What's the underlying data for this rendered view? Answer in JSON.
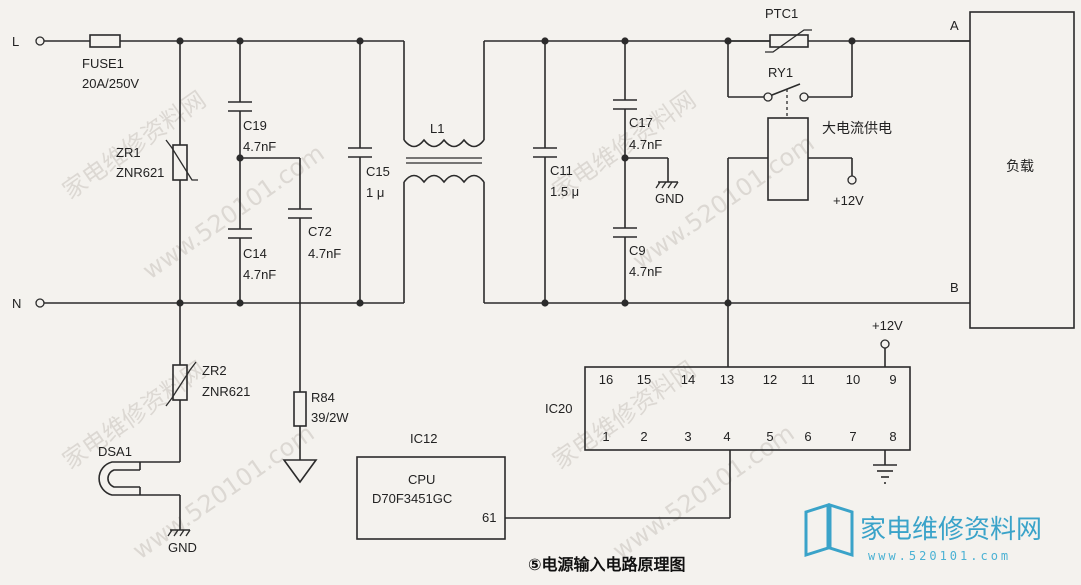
{
  "labels": {
    "node_L": "L",
    "node_N": "N",
    "fuse_name": "FUSE1",
    "fuse_rating": "20A/250V",
    "zr1_name": "ZR1",
    "zr1_part": "ZNR621",
    "zr2_name": "ZR2",
    "zr2_part": "ZNR621",
    "dsa1": "DSA1",
    "gnd_left": "GND",
    "c19_name": "C19",
    "c19_val": "4.7nF",
    "c14_name": "C14",
    "c14_val": "4.7nF",
    "c72_name": "C72",
    "c72_val": "4.7nF",
    "r84_name": "R84",
    "r84_val": "39/2W",
    "c15_name": "C15",
    "c15_val": "1 μ",
    "l1": "L1",
    "c11_name": "C11",
    "c11_val": "1.5 μ",
    "c17_name": "C17",
    "c17_val": "4.7nF",
    "gnd_mid": "GND",
    "c9_name": "C9",
    "c9_val": "4.7nF",
    "ptc1": "PTC1",
    "ry1": "RY1",
    "relay_note": "大电流供电",
    "plus12_relay": "+12V",
    "node_A": "A",
    "node_B": "B",
    "load": "负载",
    "plus12_ic": "+12V",
    "ic20": "IC20",
    "ic12": "IC12",
    "cpu_line1": "CPU",
    "cpu_line2": "D70F3451GC",
    "cpu_pin": "61",
    "caption": "⑤电源输入电路原理图"
  },
  "ic20_pins_top": [
    "16",
    "15",
    "14",
    "13",
    "12",
    "11",
    "10",
    "9"
  ],
  "ic20_pins_bottom": [
    "1",
    "2",
    "3",
    "4",
    "5",
    "6",
    "7",
    "8"
  ],
  "watermark": {
    "site_cn": "家电维修资料网",
    "site_url": "www.520101.com"
  },
  "logo": {
    "text": "家电维修资料网",
    "url": "www.520101.com"
  }
}
